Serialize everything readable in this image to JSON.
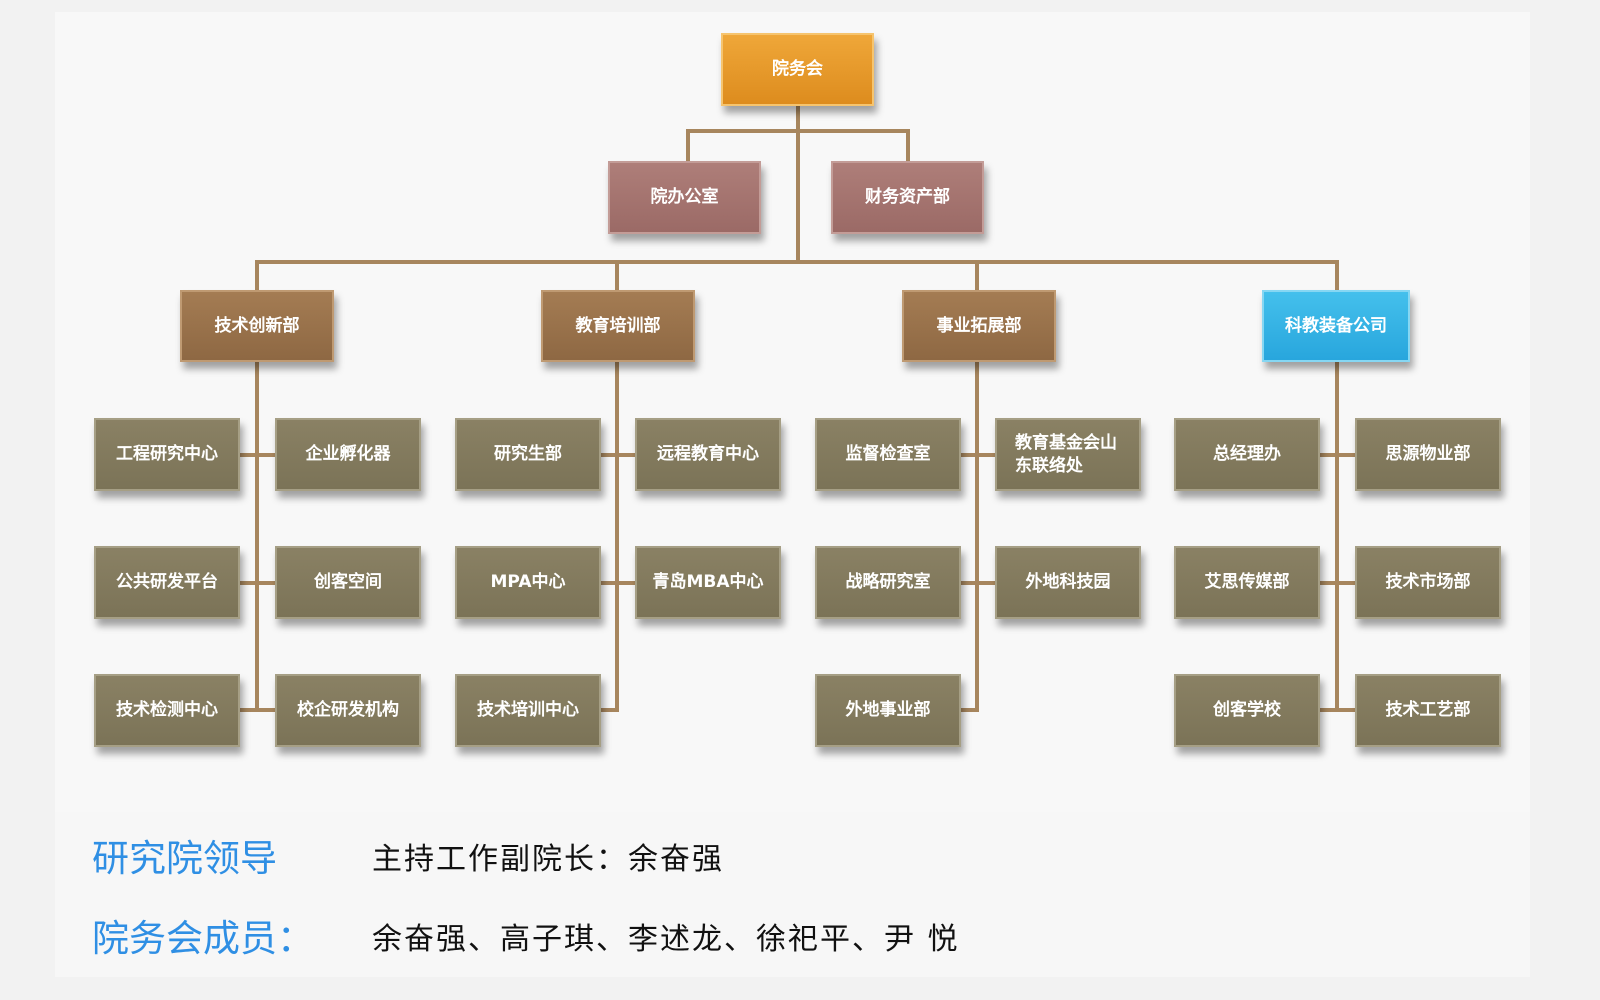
{
  "chart": {
    "top": "院务会",
    "offices": [
      "院办公室",
      "财务资产部"
    ],
    "departments": [
      {
        "name": "技术创新部",
        "units": [
          "工程研究中心",
          "企业孵化器",
          "公共研发平台",
          "创客空间",
          "技术检测中心",
          "校企研发机构"
        ]
      },
      {
        "name": "教育培训部",
        "units": [
          "研究生部",
          "远程教育中心",
          "MPA中心",
          "青岛MBA中心",
          "技术培训中心"
        ]
      },
      {
        "name": "事业拓展部",
        "units": [
          "监督检查室",
          "教育基金会山东联络处",
          "战略研究室",
          "外地科技园",
          "外地事业部"
        ]
      },
      {
        "name": "科教装备公司",
        "units": [
          "总经理办",
          "思源物业部",
          "艾思传媒部",
          "技术市场部",
          "创客学校",
          "技术工艺部"
        ]
      }
    ]
  },
  "footer": {
    "leaders_label": "研究院领导",
    "leaders_value": "主持工作副院长：余奋强",
    "members_label": "院务会成员：",
    "members_value": "余奋强、高子琪、李述龙、徐祀平、尹 悦"
  },
  "colors": {
    "top": "#e89a2a",
    "office": "#a57470",
    "department": "#9a7249",
    "company": "#35b4e6",
    "unit": "#837a5e",
    "connector": "#a7865e",
    "footer_label": "#2f8fe4"
  }
}
